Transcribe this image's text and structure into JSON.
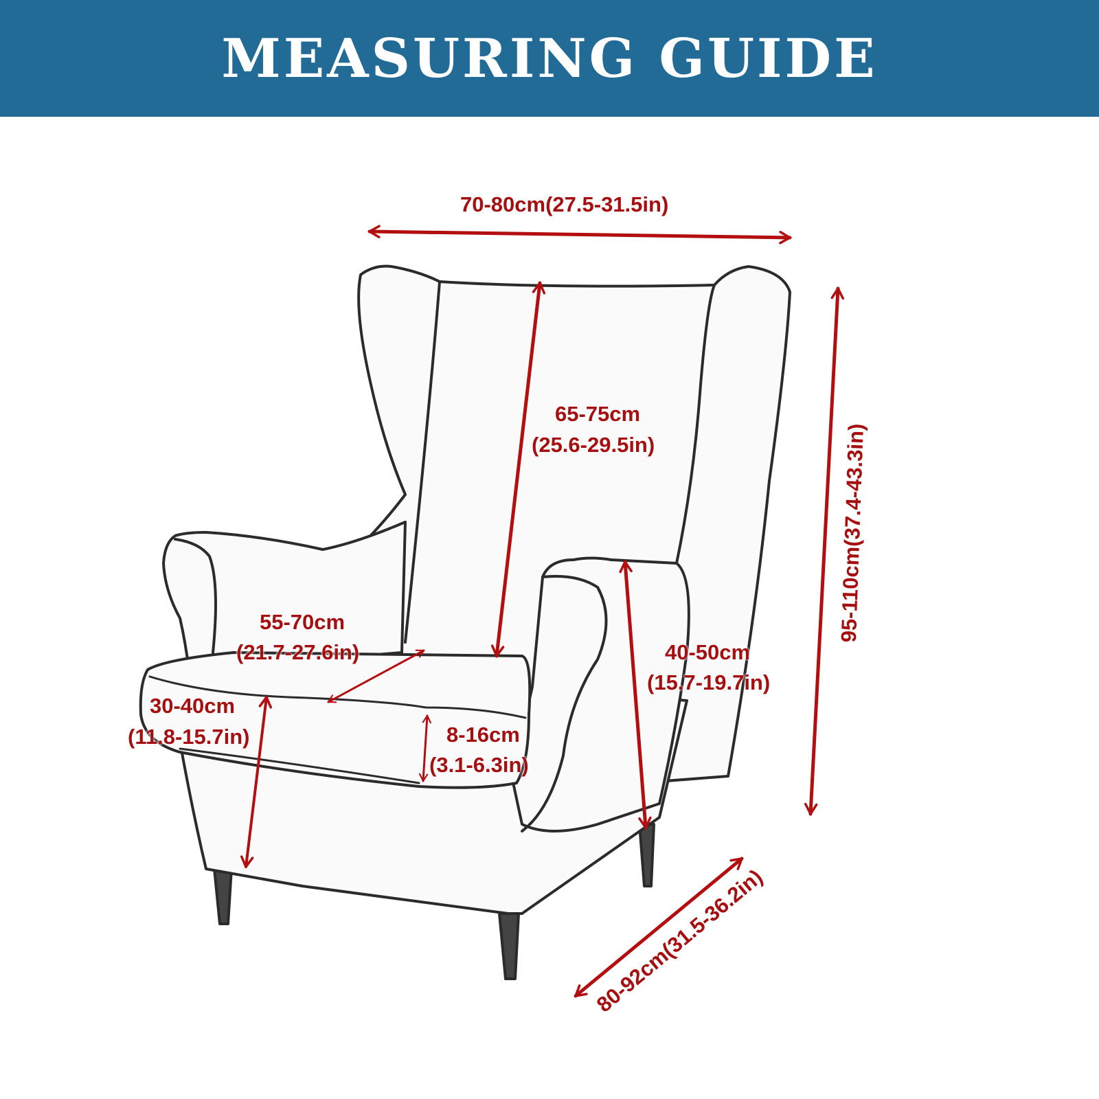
{
  "header": {
    "title": "MEASURING GUIDE"
  },
  "colors": {
    "header_bg": "#226b97",
    "header_text": "#ffffff",
    "measure": "#b30f10",
    "outline": "#2b2b2b"
  },
  "measurements": {
    "width": "70-80cm(27.5-31.5in)",
    "back_height_cm": "65-75cm",
    "back_height_in": "(25.6-29.5in)",
    "seat_depth_cm": "55-70cm",
    "seat_depth_in": "(21.7-27.6in)",
    "arm_height_cm": "40-50cm",
    "arm_height_in": "(15.7-19.7in)",
    "total_height": "95-110cm(37.4-43.3in)",
    "seat_height_cm": "30-40cm",
    "seat_height_in": "(11.8-15.7in)",
    "cushion_thickness_cm": "8-16cm",
    "cushion_thickness_in": "(3.1-6.3in)",
    "depth": "80-92cm(31.5-36.2in)"
  }
}
